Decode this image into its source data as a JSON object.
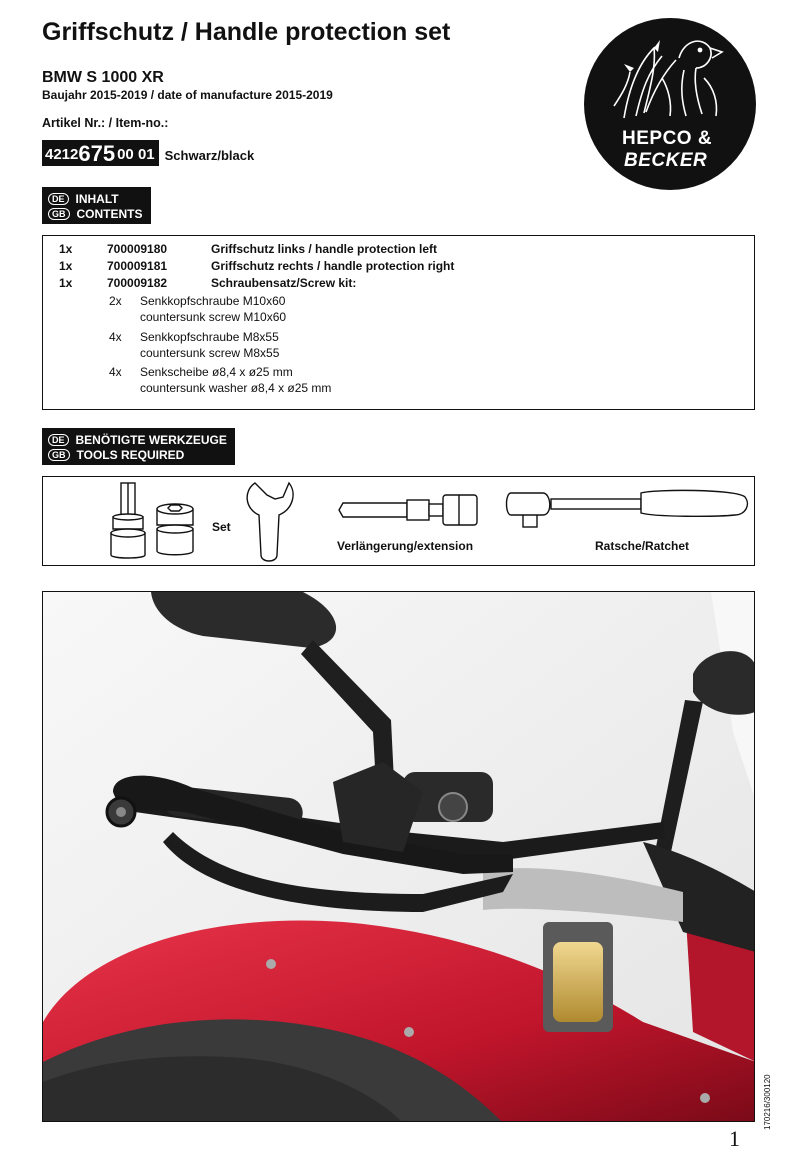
{
  "header": {
    "title": "Griffschutz / Handle protection set",
    "model": "BMW S 1000 XR",
    "year": "Baujahr 2015-2019 / date of manufacture 2015-2019",
    "item_label": "Artikel Nr.: / Item-no.:",
    "item_no_prefix": "4212",
    "item_no_main": "675",
    "item_no_suffix": "00 01",
    "color": "Schwarz/black"
  },
  "logo": {
    "line1": "HEPCO &",
    "line2": "BECKER"
  },
  "contents": {
    "badge_de": "DE",
    "badge_gb": "GB",
    "heading_de": "INHALT",
    "heading_gb": "CONTENTS",
    "rows": [
      {
        "qty": "1x",
        "part": "700009180",
        "desc": "Griffschutz links / handle protection left"
      },
      {
        "qty": "1x",
        "part": "700009181",
        "desc": "Griffschutz rechts / handle protection right"
      },
      {
        "qty": "1x",
        "part": "700009182",
        "desc": "Schraubensatz/Screw kit:"
      }
    ],
    "screws": [
      {
        "qty": "2x",
        "de": "Senkkopfschraube M10x60",
        "en": "countersunk screw M10x60"
      },
      {
        "qty": "4x",
        "de": "Senkkopfschraube M8x55",
        "en": "countersunk screw M8x55"
      },
      {
        "qty": "4x",
        "de": "Senkscheibe ø8,4 x ø25 mm",
        "en": "countersunk washer ø8,4 x ø25 mm"
      }
    ]
  },
  "tools": {
    "badge_de": "DE",
    "badge_gb": "GB",
    "heading_de": "BENÖTIGTE WERKZEUGE",
    "heading_gb": "TOOLS REQUIRED",
    "set_label": "Set",
    "extension_label": "Verlängerung/extension",
    "ratchet_label": "Ratsche/Ratchet"
  },
  "footer": {
    "doc_number": "170216/300120",
    "page_number": "1"
  }
}
